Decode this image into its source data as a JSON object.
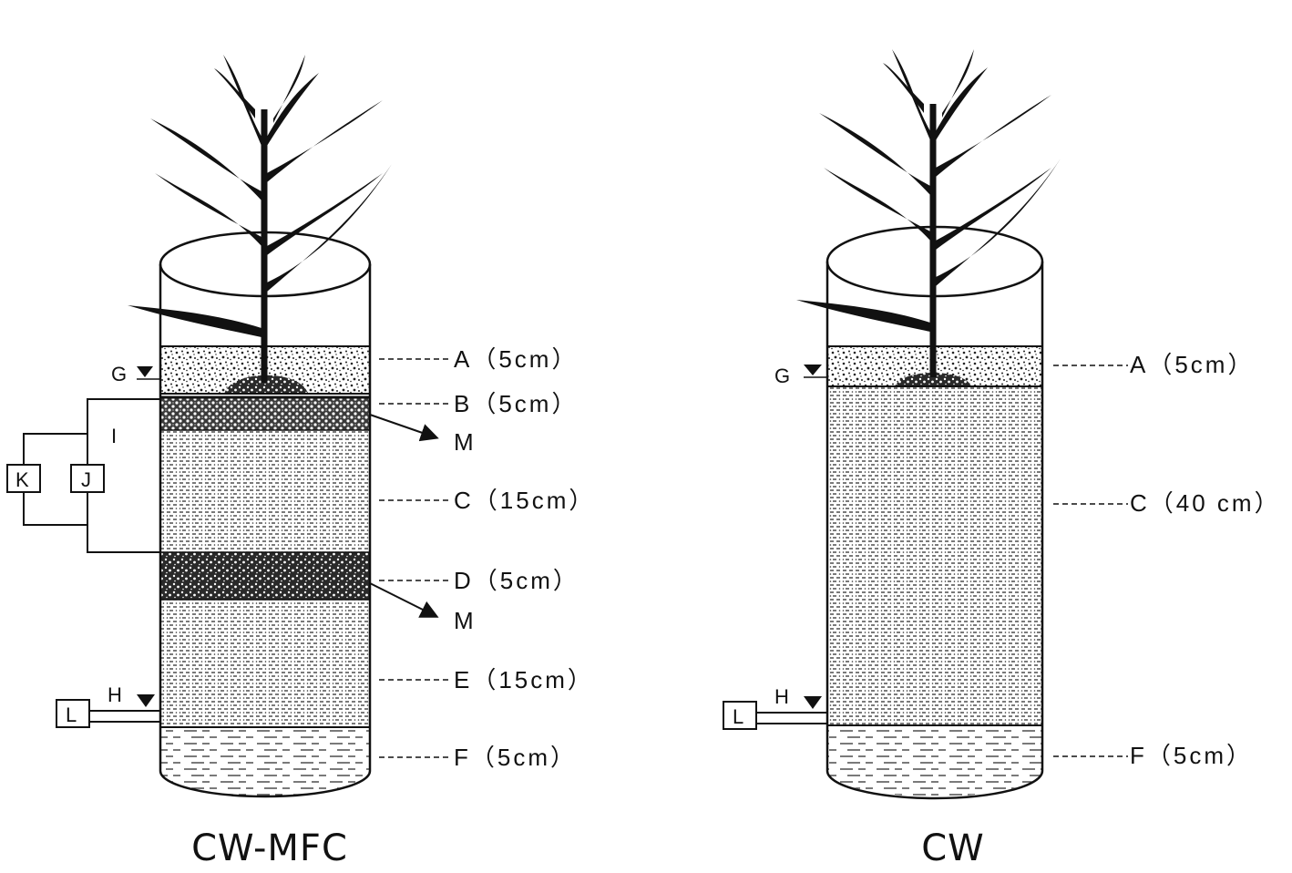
{
  "cw_mfc": {
    "caption": "CW-MFC",
    "layers": {
      "A": "A（5cm）",
      "B": "B（5cm）",
      "C": "C（15cm）",
      "D": "D（5cm）",
      "E": "E（15cm）",
      "F": "F（5cm）"
    },
    "markers": {
      "G": "G",
      "H": "H",
      "I": "I",
      "J": "J",
      "K": "K",
      "L": "L",
      "M1": "M",
      "M2": "M"
    }
  },
  "cw": {
    "caption": "CW",
    "layers": {
      "A": "A（5cm）",
      "C": "C（40 cm）",
      "F": "F（5cm）"
    },
    "markers": {
      "G": "G",
      "H": "H",
      "L": "L"
    }
  },
  "colors": {
    "ink": "#111111",
    "background": "#ffffff"
  }
}
